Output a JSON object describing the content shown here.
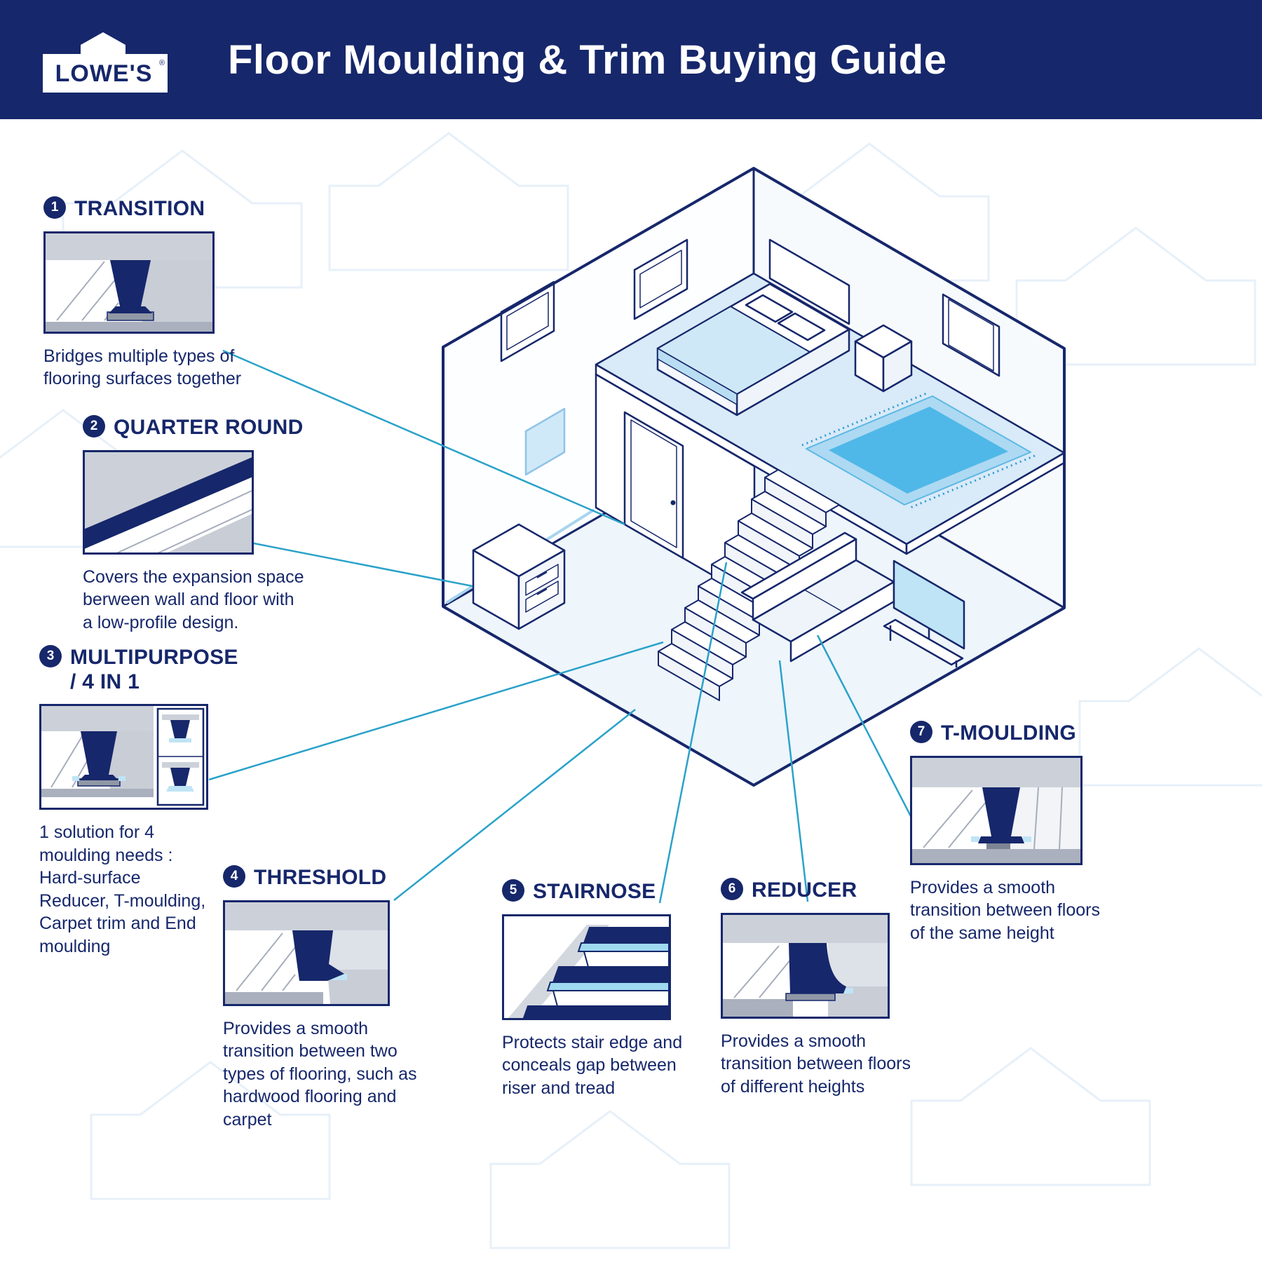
{
  "header": {
    "logo": "LOWE'S",
    "registered": "®",
    "title": "Floor Moulding & Trim Buying Guide"
  },
  "colors": {
    "navy": "#16276b",
    "teal_connector": "#2aa2c9",
    "light_blue": "#bfe4f6",
    "sky_blue": "#4fb8e8",
    "gray_band": "#ccd1d9"
  },
  "callouts": [
    {
      "number": "1",
      "title": "TRANSITION",
      "caption": "Bridges multiple types of flooring surfaces together"
    },
    {
      "number": "2",
      "title": "QUARTER ROUND",
      "caption": "Covers the expansion space berween wall and floor with a low-profile design."
    },
    {
      "number": "3",
      "title": "MULTIPURPOSE\n/ 4 IN 1",
      "caption": "1 solution for 4 moulding needs : Hard-surface Reducer, T-moulding, Carpet trim and End moulding"
    },
    {
      "number": "4",
      "title": "THRESHOLD",
      "caption": "Provides a smooth transition between two types of flooring, such as hardwood flooring and carpet"
    },
    {
      "number": "5",
      "title": "STAIRNOSE",
      "caption": "Protects stair edge and conceals gap between riser and tread"
    },
    {
      "number": "6",
      "title": "REDUCER",
      "caption": "Provides a smooth transition between floors of different heights"
    },
    {
      "number": "7",
      "title": "T-MOULDING",
      "caption": "Provides a smooth transition between floors of the same height"
    }
  ]
}
